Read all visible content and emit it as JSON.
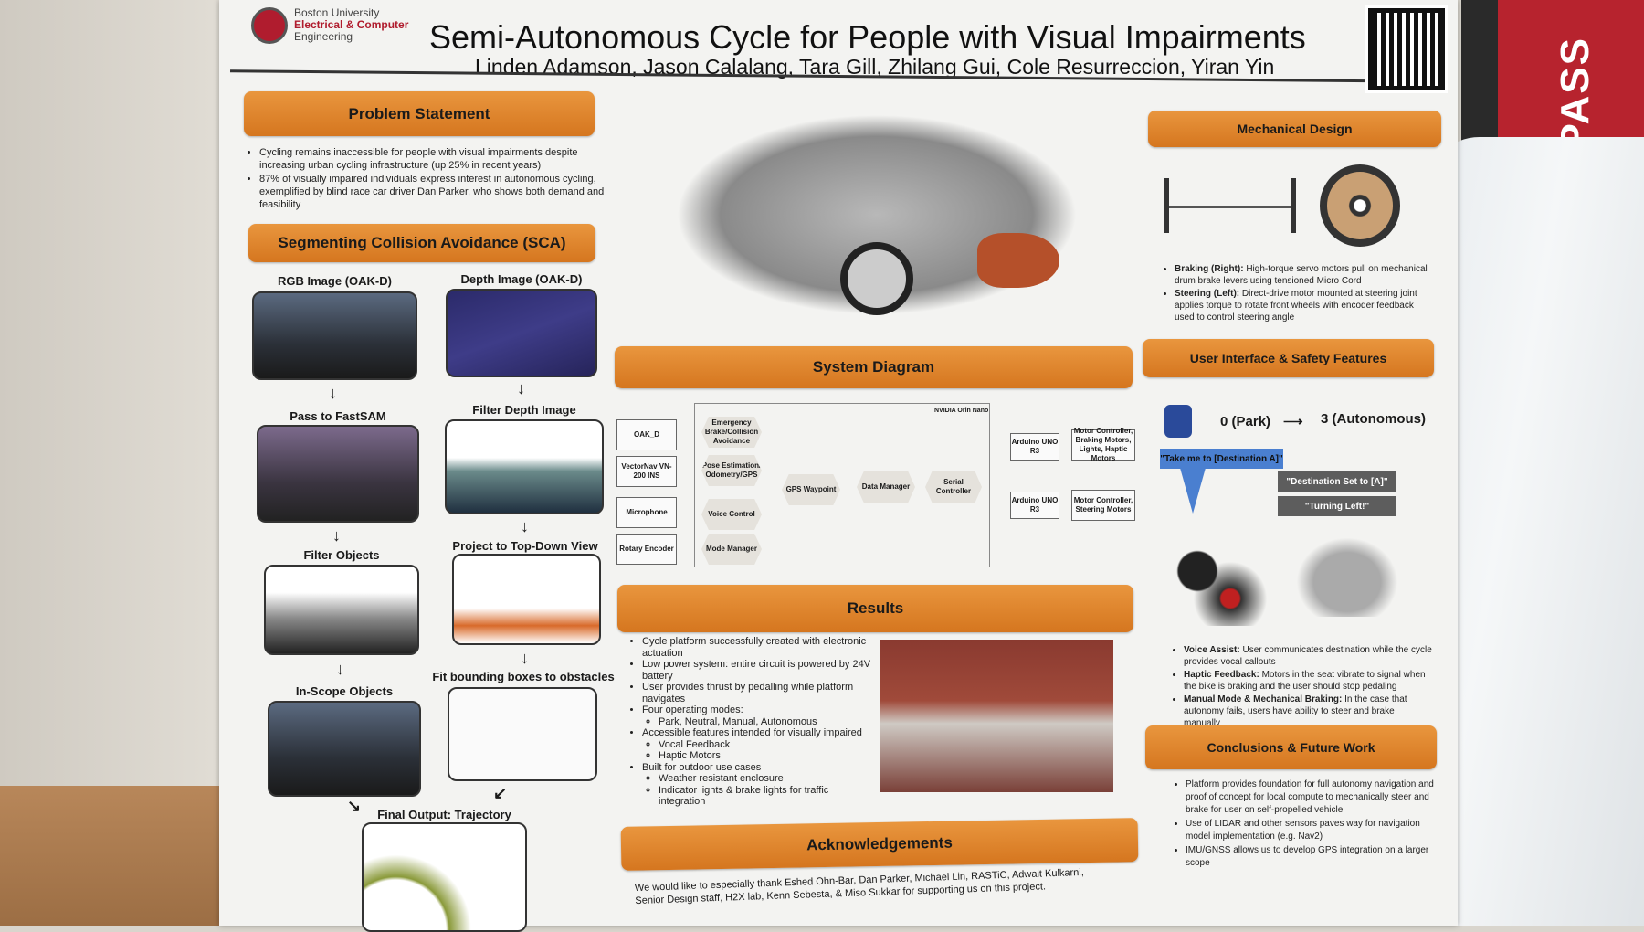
{
  "header": {
    "logo_lines": [
      "Boston University",
      "Electrical & Computer",
      "Engineering"
    ],
    "title": "Semi-Autonomous Cycle for People with Visual Impairments",
    "authors": "Linden Adamson, Jason Calalang, Tara Gill, Zhilang Gui, Cole Resurreccion, Yiran Yin"
  },
  "problem": {
    "title": "Problem Statement",
    "bullets": [
      "Cycling remains inaccessible for people with visual impairments despite increasing urban cycling infrastructure (up 25% in recent years)",
      "87% of visually impaired individuals express interest in autonomous cycling, exemplified by blind race car driver Dan Parker, who shows both demand and feasibility"
    ]
  },
  "sca": {
    "title": "Segmenting Collision Avoidance (SCA)",
    "labels": {
      "rgb": "RGB Image (OAK-D)",
      "depth": "Depth Image (OAK-D)",
      "fastsam": "Pass to FastSAM",
      "filter_depth": "Filter Depth Image",
      "filter_objects": "Filter Objects",
      "topdown": "Project to Top-Down View",
      "inscope": "In-Scope Objects",
      "bbox": "Fit bounding boxes to obstacles",
      "final": "Final Output: Trajectory"
    }
  },
  "system": {
    "title": "System Diagram",
    "container": "NVIDIA Orin Nano",
    "inputs": [
      "OAK_D",
      "VectorNav VN-200 INS",
      "Microphone",
      "Rotary Encoder"
    ],
    "nodes": {
      "ebrake": "Emergency Brake/Collision Avoidance",
      "pose": "Pose Estimation/ Odometry/GPS",
      "voice": "Voice Control",
      "mode": "Mode Manager",
      "gps": "GPS Waypoint",
      "data": "Data Manager",
      "serial": "Serial Controller"
    },
    "arduino1": "Arduino UNO R3",
    "arduino2": "Arduino UNO R3",
    "out1": "Motor Controller, Braking Motors, Lights, Haptic Motors",
    "out2": "Motor Controller, Steering Motors"
  },
  "results": {
    "title": "Results",
    "bullets": [
      {
        "text": "Cycle platform successfully created with electronic actuation",
        "sub": []
      },
      {
        "text": "Low power system: entire circuit is powered by 24V battery",
        "sub": []
      },
      {
        "text": "User provides thrust by pedalling while platform navigates",
        "sub": []
      },
      {
        "text": "Four operating modes:",
        "sub": [
          "Park, Neutral, Manual, Autonomous"
        ]
      },
      {
        "text": "Accessible features intended for visually impaired",
        "sub": [
          "Vocal Feedback",
          "Haptic Motors"
        ]
      },
      {
        "text": "Built for outdoor use cases",
        "sub": [
          "Weather resistant enclosure",
          "Indicator lights & brake lights for traffic integration"
        ]
      }
    ]
  },
  "ack": {
    "title": "Acknowledgements",
    "text": "We would like to especially thank Eshed Ohn-Bar, Dan Parker, Michael Lin, RASTiC, Adwait Kulkarni, Senior Design staff, H2X lab, Kenn Sebesta, & Miso Sukkar for supporting us on this project."
  },
  "mech": {
    "title": "Mechanical Design",
    "bullets": [
      {
        "bold": "Braking (Right):",
        "text": " High-torque servo motors pull on mechanical drum brake levers using tensioned Micro Cord"
      },
      {
        "bold": "Steering (Left):",
        "text": " Direct-drive motor mounted at steering joint applies torque to rotate front wheels with encoder feedback used to control steering angle"
      }
    ]
  },
  "ui": {
    "title": "User Interface & Safety Features",
    "mode_from": "0 (Park)",
    "mode_to": "3 (Autonomous)",
    "user_bubble": "\"Take me to [Destination A]\"",
    "cycle_bubble1": "\"Destination Set to [A]\"",
    "cycle_bubble2": "\"Turning Left!\"",
    "bullets": [
      {
        "bold": "Voice Assist:",
        "text": " User communicates destination while the cycle provides vocal callouts"
      },
      {
        "bold": "Haptic Feedback:",
        "text": " Motors in the seat vibrate to signal when the bike is braking and the user should stop pedaling"
      },
      {
        "bold": "Manual Mode & Mechanical Braking:",
        "text": " In the case that autonomy fails, users have ability to steer and brake manually"
      }
    ]
  },
  "conclusions": {
    "title": "Conclusions & Future Work",
    "bullets": [
      "Platform provides foundation for full autonomy navigation and proof of concept for local compute to mechanically steer and brake for user on self-propelled vehicle",
      "Use of LIDAR and other sensors paves way for navigation model implementation (e.g. Nav2)",
      "IMU/GNSS allows us to develop GPS integration on a larger scope"
    ]
  },
  "background": {
    "banner_text": "OMPASS"
  },
  "colors": {
    "accent": "#dc8330",
    "bu_red": "#b01c2e"
  }
}
